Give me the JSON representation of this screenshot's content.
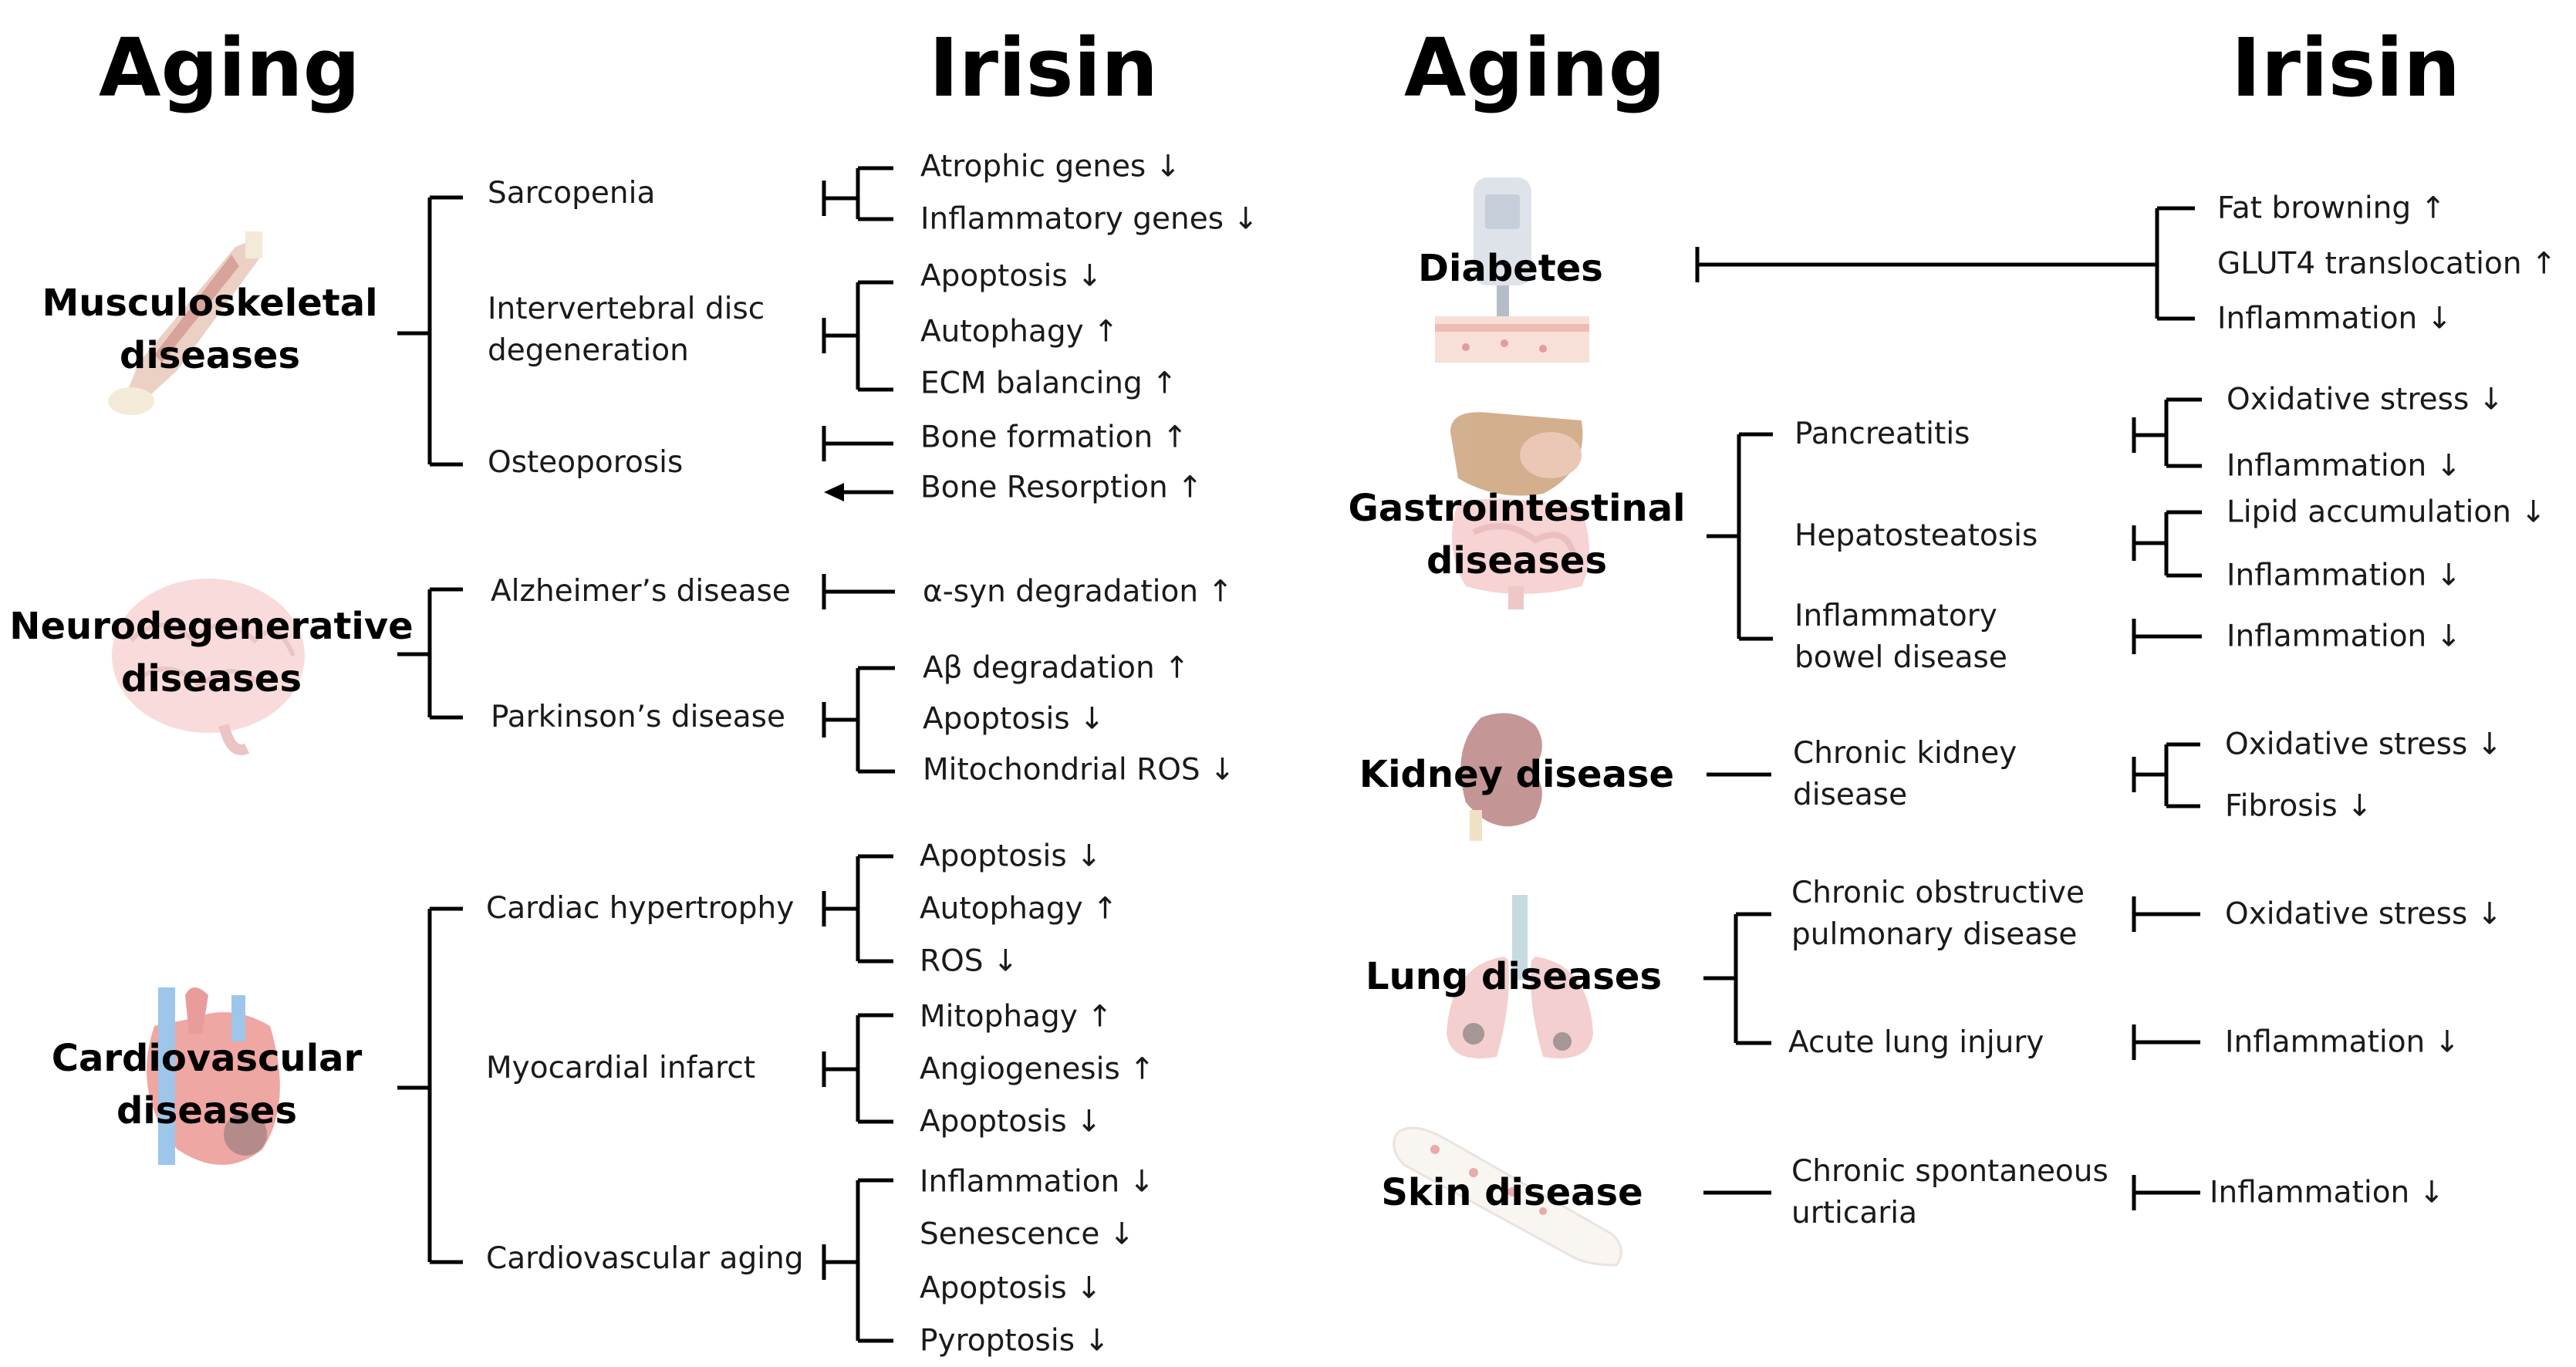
{
  "headers": {
    "left_aging": "Aging",
    "left_irisin": "Irisin",
    "right_aging": "Aging",
    "right_irisin": "Irisin"
  },
  "left": {
    "musculoskeletal": {
      "label": "Musculoskeletal\ndiseases",
      "sarcopenia": {
        "label": "Sarcopenia",
        "effects": [
          "Atrophic genes ↓",
          "Inflammatory genes ↓"
        ]
      },
      "ivd": {
        "label": "Intervertebral disc\ndegeneration",
        "effects": [
          "Apoptosis ↓",
          "Autophagy ↑",
          "ECM balancing ↑"
        ]
      },
      "osteoporosis": {
        "label": "Osteoporosis",
        "effects": [
          "Bone formation ↑",
          "Bone Resorption ↑"
        ]
      }
    },
    "neuro": {
      "label": "Neurodegenerative\ndiseases",
      "alzheimers": {
        "label": "Alzheimer’s disease",
        "effects": [
          "α-syn degradation ↑"
        ]
      },
      "parkinsons": {
        "label": "Parkinson’s disease",
        "effects": [
          "Aβ degradation ↑",
          "Apoptosis ↓",
          "Mitochondrial ROS ↓"
        ]
      }
    },
    "cardio": {
      "label": "Cardiovascular\ndiseases",
      "hypertrophy": {
        "label": "Cardiac hypertrophy",
        "effects": [
          "Apoptosis ↓",
          "Autophagy ↑",
          "ROS ↓"
        ]
      },
      "infarct": {
        "label": "Myocardial infarct",
        "effects": [
          "Mitophagy ↑",
          "Angiogenesis ↑",
          "Apoptosis ↓"
        ]
      },
      "aging": {
        "label": "Cardiovascular aging",
        "effects": [
          "Inflammation ↓",
          "Senescence ↓",
          "Apoptosis ↓",
          "Pyroptosis ↓"
        ]
      }
    }
  },
  "right": {
    "diabetes": {
      "label": "Diabetes",
      "effects": [
        "Fat browning ↑",
        "GLUT4 translocation ↑",
        "Inflammation ↓"
      ]
    },
    "gi": {
      "label": "Gastrointestinal\ndiseases",
      "pancreatitis": {
        "label": "Pancreatitis",
        "effects": [
          "Oxidative stress ↓",
          "Inflammation ↓"
        ]
      },
      "hepatosteatosis": {
        "label": "Hepatosteatosis",
        "effects": [
          "Lipid accumulation ↓",
          "Inflammation ↓"
        ]
      },
      "ibd": {
        "label": "Inflammatory\nbowel disease",
        "effects": [
          "Inflammation ↓"
        ]
      }
    },
    "kidney": {
      "label": "Kidney disease",
      "ckd": {
        "label": "Chronic kidney\ndisease",
        "effects": [
          "Oxidative stress ↓",
          "Fibrosis ↓"
        ]
      }
    },
    "lung": {
      "label": "Lung diseases",
      "copd": {
        "label": "Chronic obstructive\npulmonary disease",
        "effects": [
          "Oxidative stress ↓"
        ]
      },
      "ali": {
        "label": "Acute lung injury",
        "effects": [
          "Inflammation ↓"
        ]
      }
    },
    "skin": {
      "label": "Skin disease",
      "csu": {
        "label": "Chronic spontaneous\nurticaria",
        "effects": [
          "Inflammation ↓"
        ]
      }
    }
  },
  "icons": [
    "muscle-leg-icon",
    "brain-icon",
    "heart-icon",
    "glucose-meter-icon",
    "digestive-organs-icon",
    "kidney-icon",
    "lungs-icon",
    "skin-arm-icon"
  ],
  "colors": {
    "line": "#000000",
    "text": "#1a1a1a"
  }
}
